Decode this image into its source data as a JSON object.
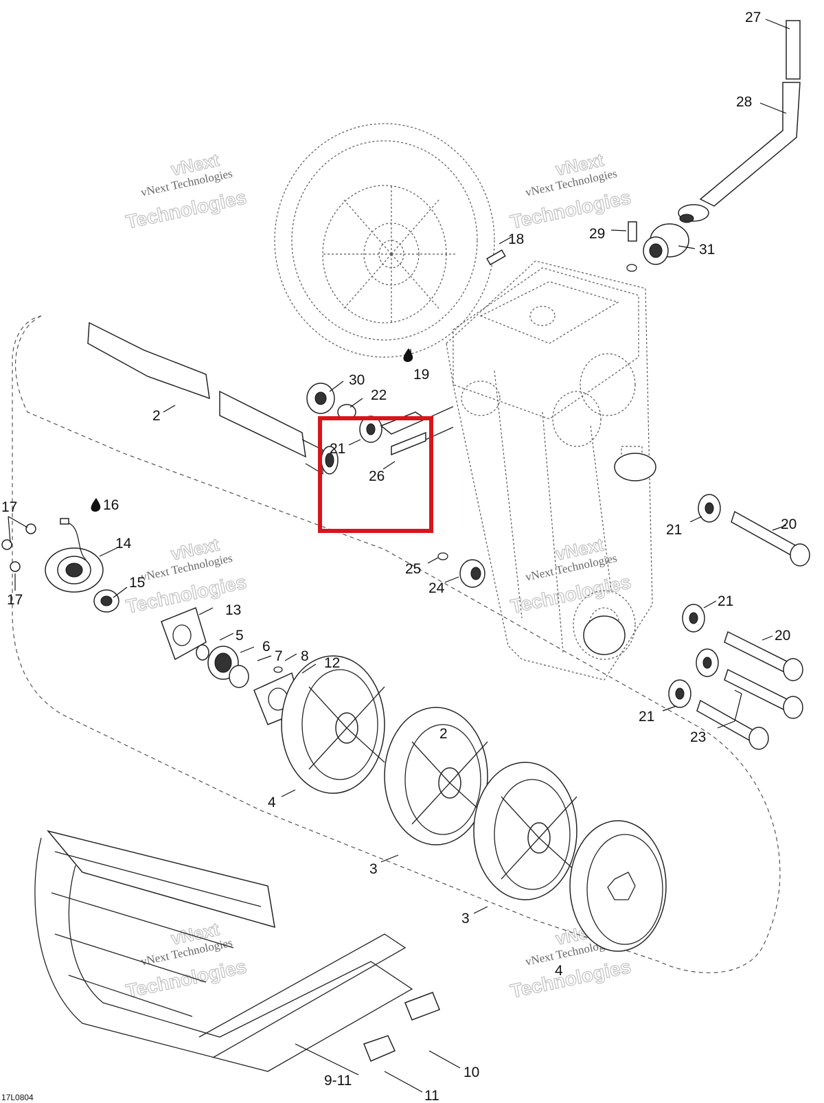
{
  "diagram_code": "17L0804",
  "watermark": {
    "line1": "vNext Technologies",
    "line2": "Technologies",
    "line3": "vNext"
  },
  "callouts": [
    {
      "key": "c27",
      "text": "27"
    },
    {
      "key": "c28",
      "text": "28"
    },
    {
      "key": "c29",
      "text": "29"
    },
    {
      "key": "c31",
      "text": "31"
    },
    {
      "key": "c18",
      "text": "18"
    },
    {
      "key": "c19",
      "text": "19"
    },
    {
      "key": "c30",
      "text": "30"
    },
    {
      "key": "c22",
      "text": "22"
    },
    {
      "key": "c2",
      "text": "2"
    },
    {
      "key": "c21a",
      "text": "21"
    },
    {
      "key": "c26",
      "text": "26"
    },
    {
      "key": "c16",
      "text": "16"
    },
    {
      "key": "c17a",
      "text": "17"
    },
    {
      "key": "c14",
      "text": "14"
    },
    {
      "key": "c15",
      "text": "15"
    },
    {
      "key": "c17b",
      "text": "17"
    },
    {
      "key": "c21b",
      "text": "21"
    },
    {
      "key": "c20a",
      "text": "20"
    },
    {
      "key": "c25",
      "text": "25"
    },
    {
      "key": "c24",
      "text": "24"
    },
    {
      "key": "c21c",
      "text": "21"
    },
    {
      "key": "c20b",
      "text": "20"
    },
    {
      "key": "c13",
      "text": "13"
    },
    {
      "key": "c5",
      "text": "5"
    },
    {
      "key": "c6",
      "text": "6"
    },
    {
      "key": "c7",
      "text": "7"
    },
    {
      "key": "c8",
      "text": "8"
    },
    {
      "key": "c12",
      "text": "12"
    },
    {
      "key": "c21d",
      "text": "21"
    },
    {
      "key": "c23",
      "text": "23"
    },
    {
      "key": "c4a",
      "text": "4"
    },
    {
      "key": "c2b",
      "text": "2"
    },
    {
      "key": "c3a",
      "text": "3"
    },
    {
      "key": "c3b",
      "text": "3"
    },
    {
      "key": "c4b",
      "text": "4"
    },
    {
      "key": "c10",
      "text": "10"
    },
    {
      "key": "c911",
      "text": "9-11"
    },
    {
      "key": "c11",
      "text": "11"
    }
  ],
  "highlight": {
    "color": "#d9141b"
  },
  "colors": {
    "ink": "#222222",
    "label": "#111111",
    "watermark": "#bbbbbb"
  }
}
